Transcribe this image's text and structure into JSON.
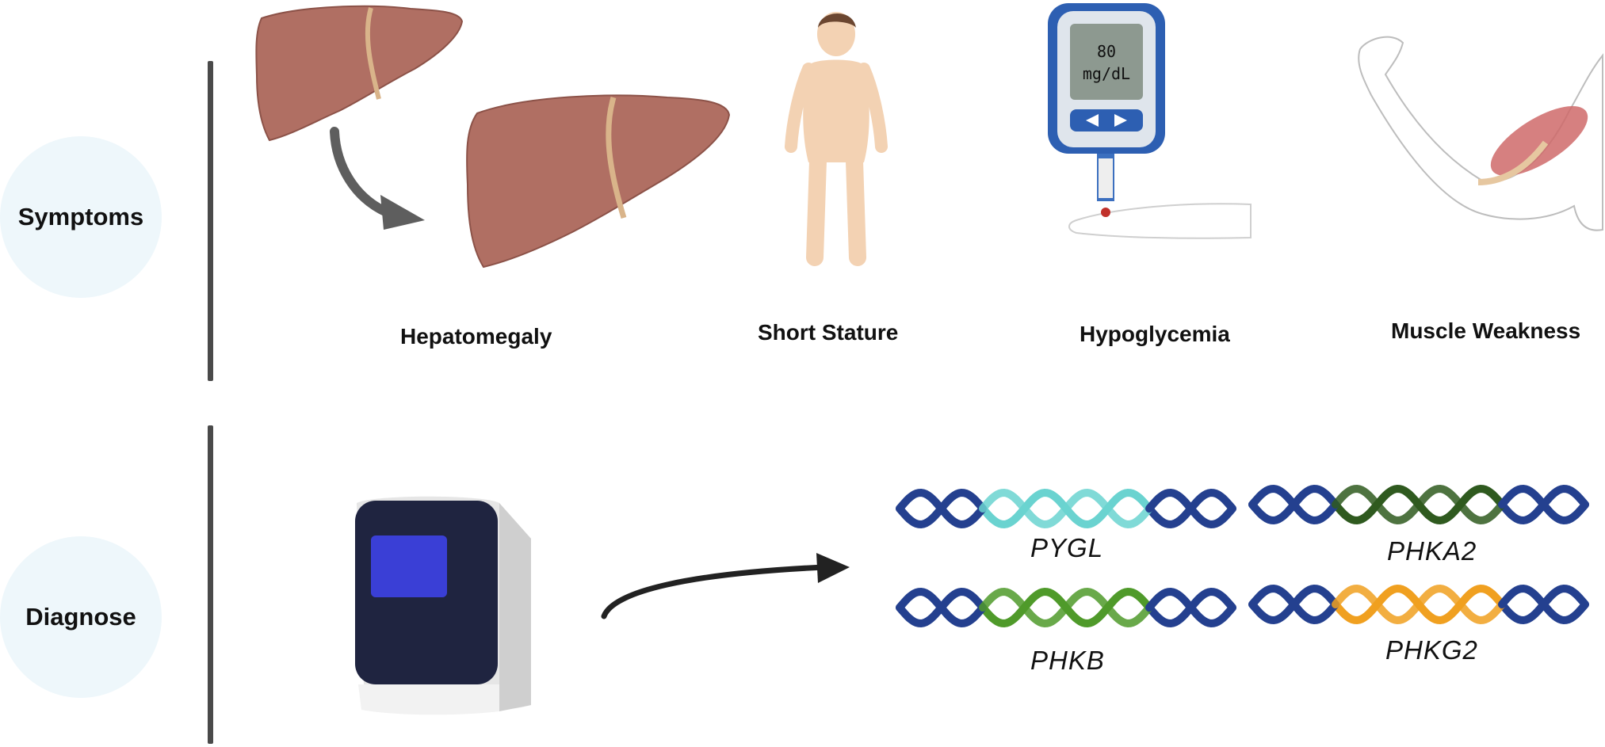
{
  "sections": {
    "symptoms": {
      "label": "Symptoms"
    },
    "diagnose": {
      "label": "Diagnose"
    }
  },
  "symptoms": [
    {
      "label": "Hepatomegaly",
      "icon": "liver-enlargement-icon"
    },
    {
      "label": "Short Stature",
      "icon": "child-figure-icon"
    },
    {
      "label": "Hypoglycemia",
      "icon": "glucose-meter-icon"
    },
    {
      "label": "Muscle Weakness",
      "icon": "arm-muscle-icon"
    }
  ],
  "glucose_meter": {
    "value": "80",
    "unit": "mg/dL"
  },
  "genes": [
    {
      "name": "PYGL",
      "color": "#6ad3d0"
    },
    {
      "name": "PHKA2",
      "color": "#2f5a1f"
    },
    {
      "name": "PHKB",
      "color": "#4f9a2a"
    },
    {
      "name": "PHKG2",
      "color": "#f0a020"
    }
  ],
  "colors": {
    "liver": "#b06f63",
    "dna_strand": "#24408f",
    "divider": "#4a4a4a",
    "circle_bg": "#eef7fb"
  }
}
